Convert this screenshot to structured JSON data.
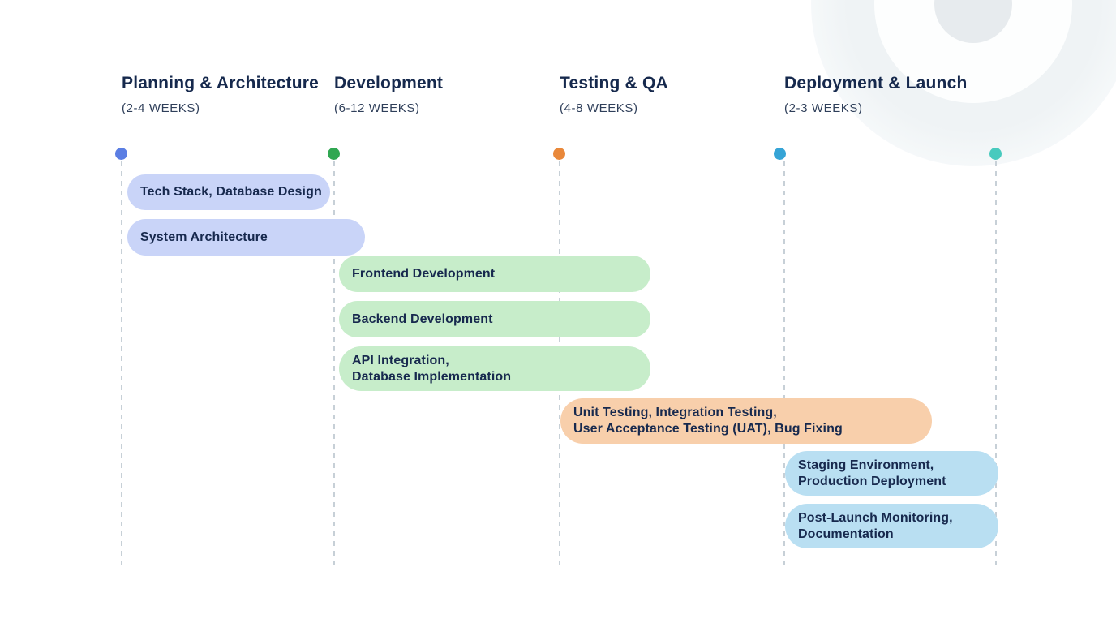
{
  "page": {
    "background_color": "#ffffff",
    "text_color": "#16294d",
    "dashed_line_color": "#c7d0d7"
  },
  "phases": [
    {
      "title": "Planning & Architecture",
      "duration": "(2-4 WEEKS)",
      "dot_color": "#5b7ee3",
      "bar_color": "#c9d4f8",
      "tasks": [
        {
          "line1": "Tech Stack, Database Design"
        },
        {
          "line1": "System Architecture"
        }
      ]
    },
    {
      "title": "Development",
      "duration": "(6-12 WEEKS)",
      "dot_color": "#30a751",
      "bar_color": "#c7edca",
      "tasks": [
        {
          "line1": "Frontend Development"
        },
        {
          "line1": "Backend Development"
        },
        {
          "line1": "API Integration,",
          "line2": "Database Implementation"
        }
      ]
    },
    {
      "title": "Testing & QA",
      "duration": "(4-8 WEEKS)",
      "dot_color": "#e9883a",
      "bar_color": "#f8cfab",
      "tasks": [
        {
          "line1": "Unit Testing, Integration Testing,",
          "line2": "User Acceptance Testing (UAT), Bug Fixing"
        }
      ]
    },
    {
      "title": "Deployment & Launch",
      "duration": "(2-3 WEEKS)",
      "dot_color": "#36a4d6",
      "bar_color": "#b9dff2",
      "tasks": [
        {
          "line1": "Staging Environment,",
          "line2": "Production Deployment"
        },
        {
          "line1": "Post-Launch Monitoring,",
          "line2": "Documentation"
        }
      ]
    }
  ],
  "timeline": {
    "end_dot_color": "#48cabe"
  }
}
